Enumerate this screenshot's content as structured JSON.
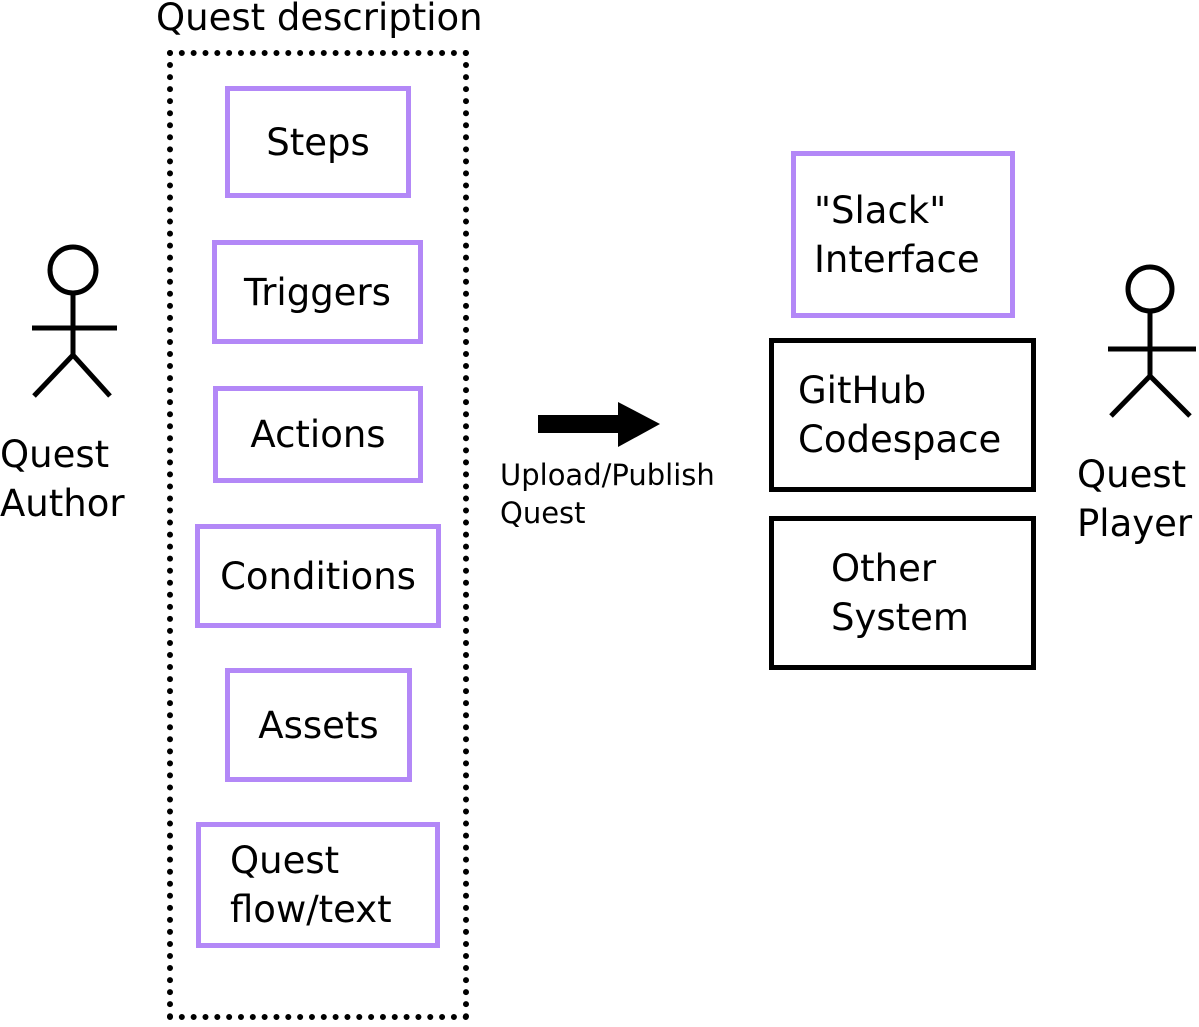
{
  "quest_description": {
    "title": "Quest description",
    "items": [
      "Steps",
      "Triggers",
      "Actions",
      "Conditions",
      "Assets",
      "Quest\nflow/text"
    ]
  },
  "author": {
    "label": "Quest\nAuthor"
  },
  "arrow": {
    "label": "Upload/Publish\nQuest"
  },
  "targets": {
    "slack": "\"Slack\"\nInterface",
    "github": "GitHub\nCodespace",
    "other": "Other\nSystem"
  },
  "player": {
    "label": "Quest\nPlayer"
  },
  "colors": {
    "purple_border": "#b388f7",
    "black_border": "#000000"
  }
}
